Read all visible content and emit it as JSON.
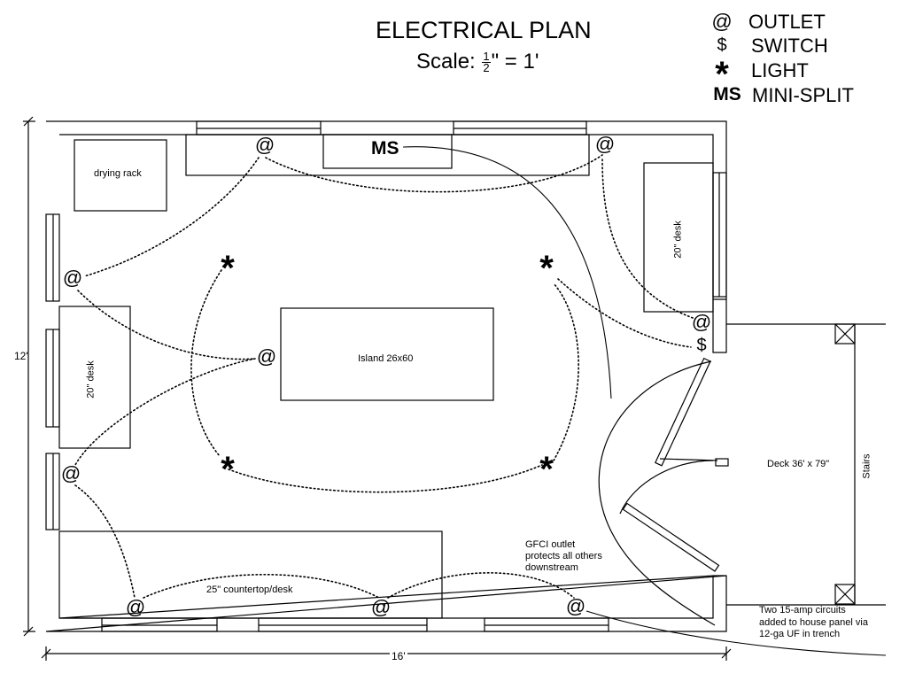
{
  "title": "ELECTRICAL PLAN",
  "scale": {
    "prefix": "Scale:",
    "num": "1",
    "den": "2",
    "suffix": "\" = 1'"
  },
  "legend": [
    {
      "symbol": "@",
      "label": "OUTLET"
    },
    {
      "symbol": "$",
      "label": "SWITCH"
    },
    {
      "symbol": "*",
      "label": "LIGHT"
    },
    {
      "symbol": "MS",
      "label": "MINI-SPLIT"
    }
  ],
  "symbols": {
    "outlet": "@",
    "switch": "$",
    "light": "*",
    "minisplit": "MS"
  },
  "labels": {
    "drying_rack": "drying rack",
    "island": "Island 26x60",
    "desk_left": "20\" desk",
    "desk_right": "20\" desk",
    "countertop": "25\" countertop/desk",
    "deck": "Deck 36' x 79\"",
    "stairs": "Stairs",
    "gfci_1": "GFCI outlet",
    "gfci_2": "protects all others",
    "gfci_3": "downstream",
    "circuits_1": "Two 15-amp circuits",
    "circuits_2": "added to house panel via",
    "circuits_3": "12-ga UF in trench"
  },
  "dimensions": {
    "height": "12'",
    "width": "16'"
  }
}
